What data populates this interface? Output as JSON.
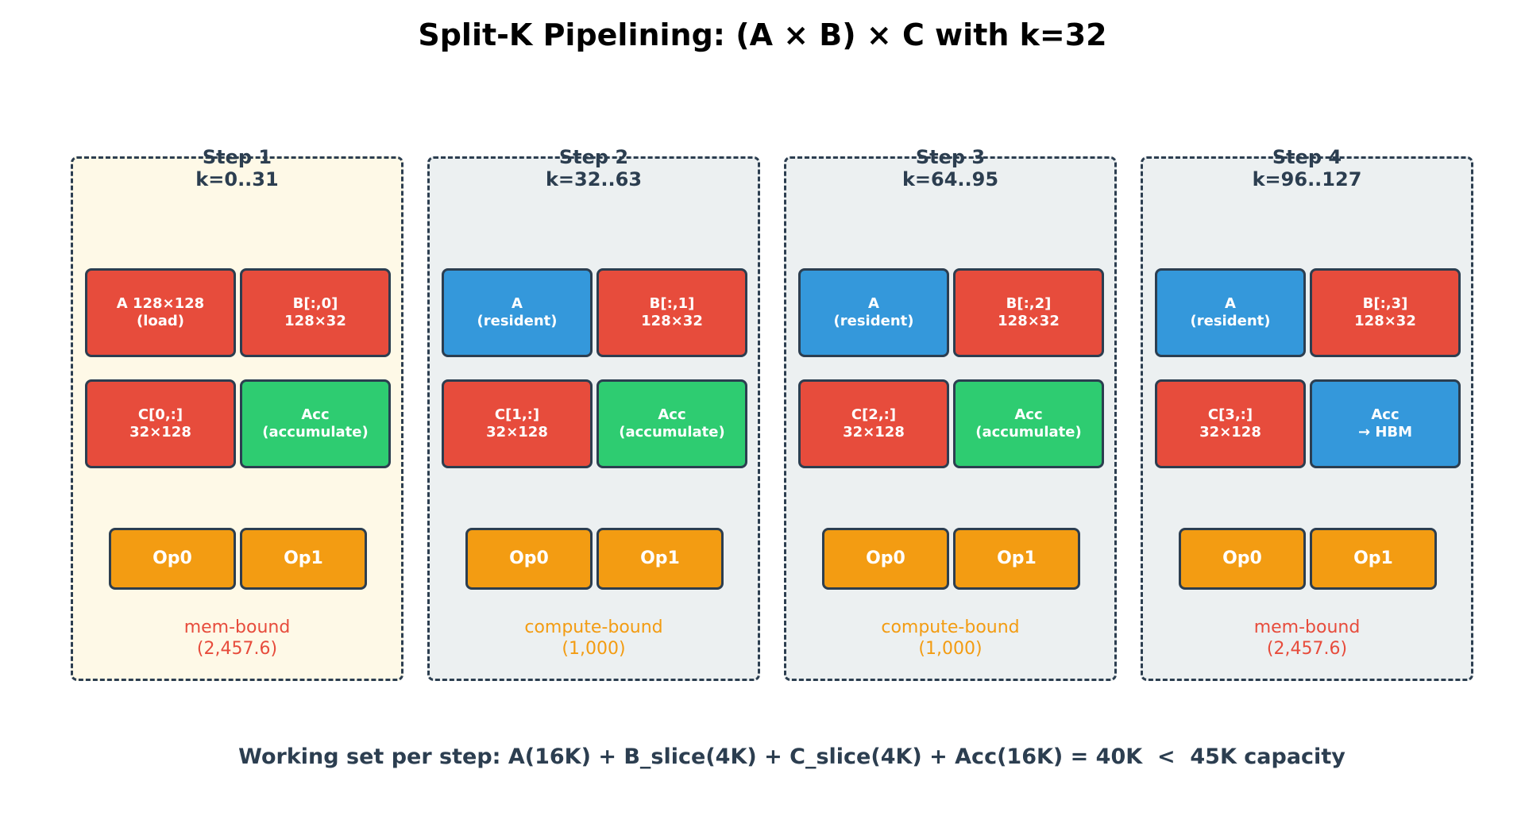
{
  "title": "Split-K Pipelining: (A × B) × C with k=32",
  "colors": {
    "red": "#e74c3c",
    "blue": "#3498db",
    "green": "#2ecc71",
    "orange": "#f39c12",
    "dark": "#2c3e50",
    "highlight_panel": "#fef9e7",
    "normal_panel": "#ecf0f1"
  },
  "steps": [
    {
      "label": "Step 1",
      "range": "k=0..31",
      "a_line1": "A 128×128",
      "a_line2": "(load)",
      "b_line1": "B[:,0]",
      "b_line2": "128×32",
      "c_line1": "C[0,:]",
      "c_line2": "32×128",
      "acc_line1": "Acc",
      "acc_line2": "(accumulate)",
      "op0": "Op0",
      "op1": "Op1",
      "bound": "mem-bound",
      "cost": "(2,457.6)"
    },
    {
      "label": "Step 2",
      "range": "k=32..63",
      "a_line1": "A",
      "a_line2": "(resident)",
      "b_line1": "B[:,1]",
      "b_line2": "128×32",
      "c_line1": "C[1,:]",
      "c_line2": "32×128",
      "acc_line1": "Acc",
      "acc_line2": "(accumulate)",
      "op0": "Op0",
      "op1": "Op1",
      "bound": "compute-bound",
      "cost": "(1,000)"
    },
    {
      "label": "Step 3",
      "range": "k=64..95",
      "a_line1": "A",
      "a_line2": "(resident)",
      "b_line1": "B[:,2]",
      "b_line2": "128×32",
      "c_line1": "C[2,:]",
      "c_line2": "32×128",
      "acc_line1": "Acc",
      "acc_line2": "(accumulate)",
      "op0": "Op0",
      "op1": "Op1",
      "bound": "compute-bound",
      "cost": "(1,000)"
    },
    {
      "label": "Step 4",
      "range": "k=96..127",
      "a_line1": "A",
      "a_line2": "(resident)",
      "b_line1": "B[:,3]",
      "b_line2": "128×32",
      "c_line1": "C[3,:]",
      "c_line2": "32×128",
      "acc_line1": "Acc",
      "acc_line2": "→ HBM",
      "op0": "Op0",
      "op1": "Op1",
      "bound": "mem-bound",
      "cost": "(2,457.6)"
    }
  ],
  "summary": "Working set per step: A(16K) + B_slice(4K) + C_slice(4K) + Acc(16K) = 40K  <  45K capacity"
}
